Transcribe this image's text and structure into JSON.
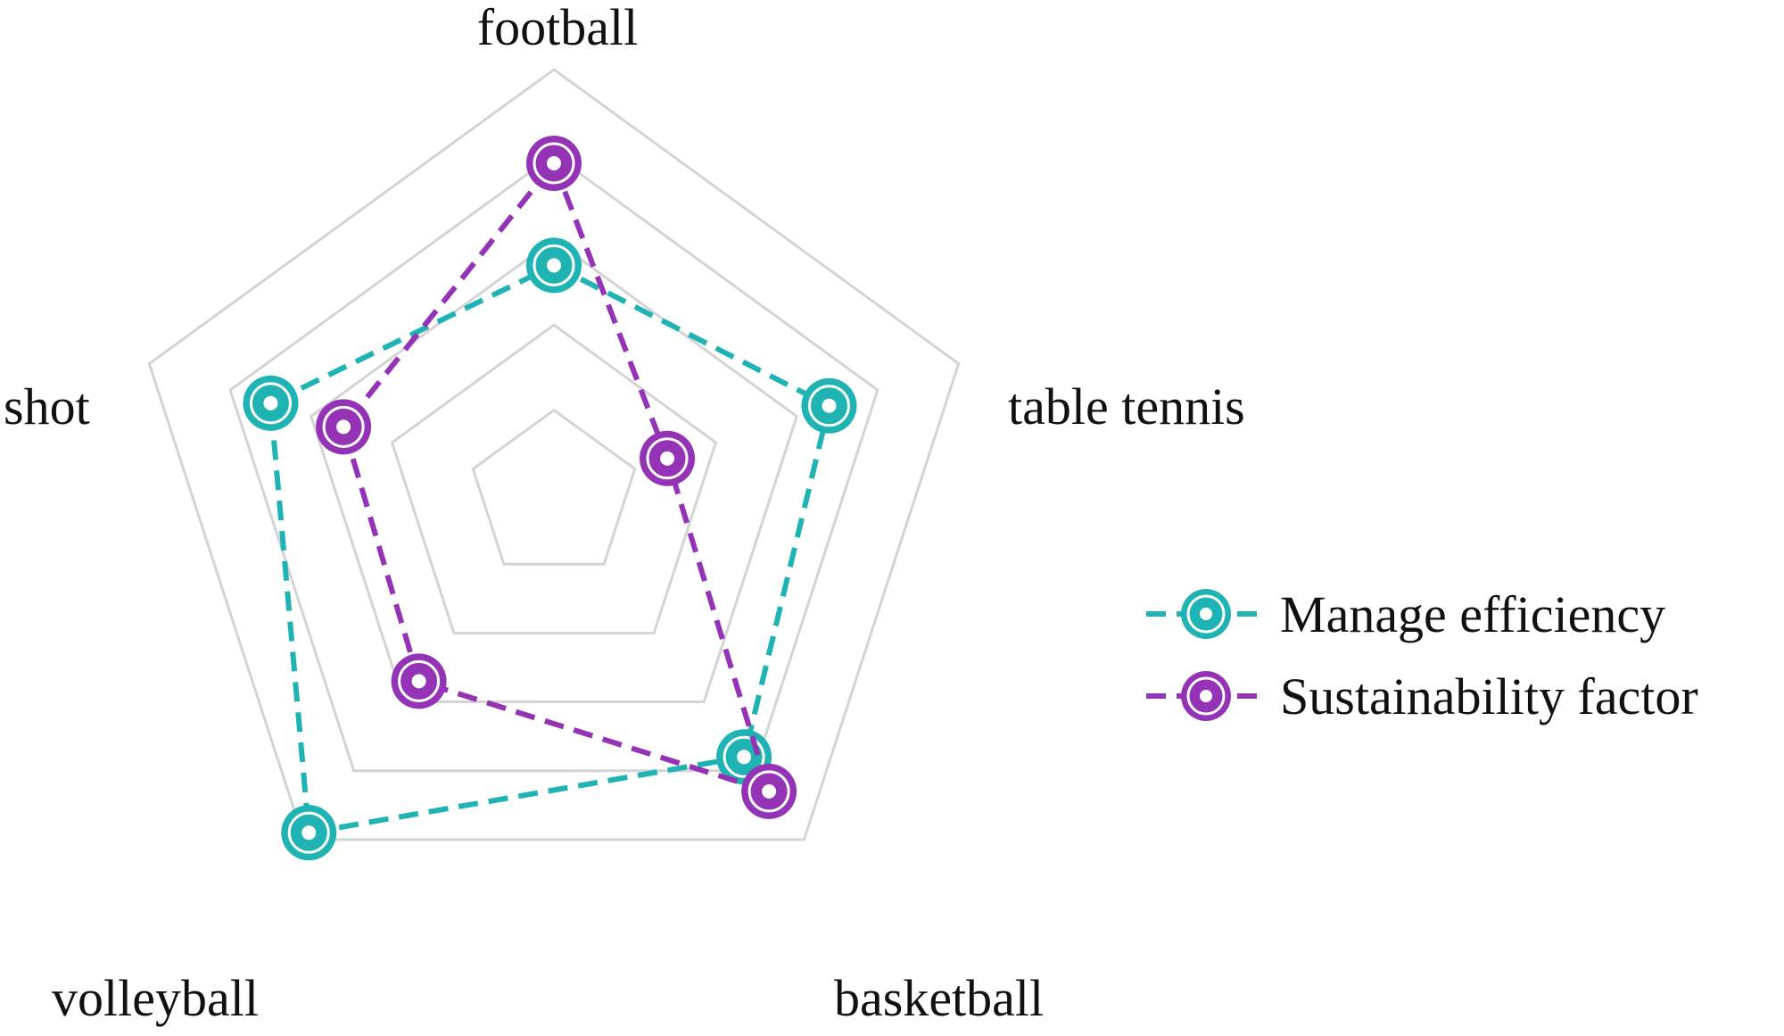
{
  "chart_data": {
    "type": "radar",
    "categories": [
      "football",
      "table tennis",
      "basketball",
      "volleyball",
      "shot"
    ],
    "rlim": [
      0,
      5
    ],
    "rings": 5,
    "grid": true,
    "legend_position": "right",
    "series": [
      {
        "name": "Manage efficiency",
        "color": "#1fb3b3",
        "values": [
          2.7,
          3.4,
          3.8,
          4.9,
          3.5
        ]
      },
      {
        "name": "Sustainability factor",
        "color": "#9433b5",
        "values": [
          3.9,
          1.4,
          4.3,
          2.7,
          2.6
        ]
      }
    ]
  }
}
